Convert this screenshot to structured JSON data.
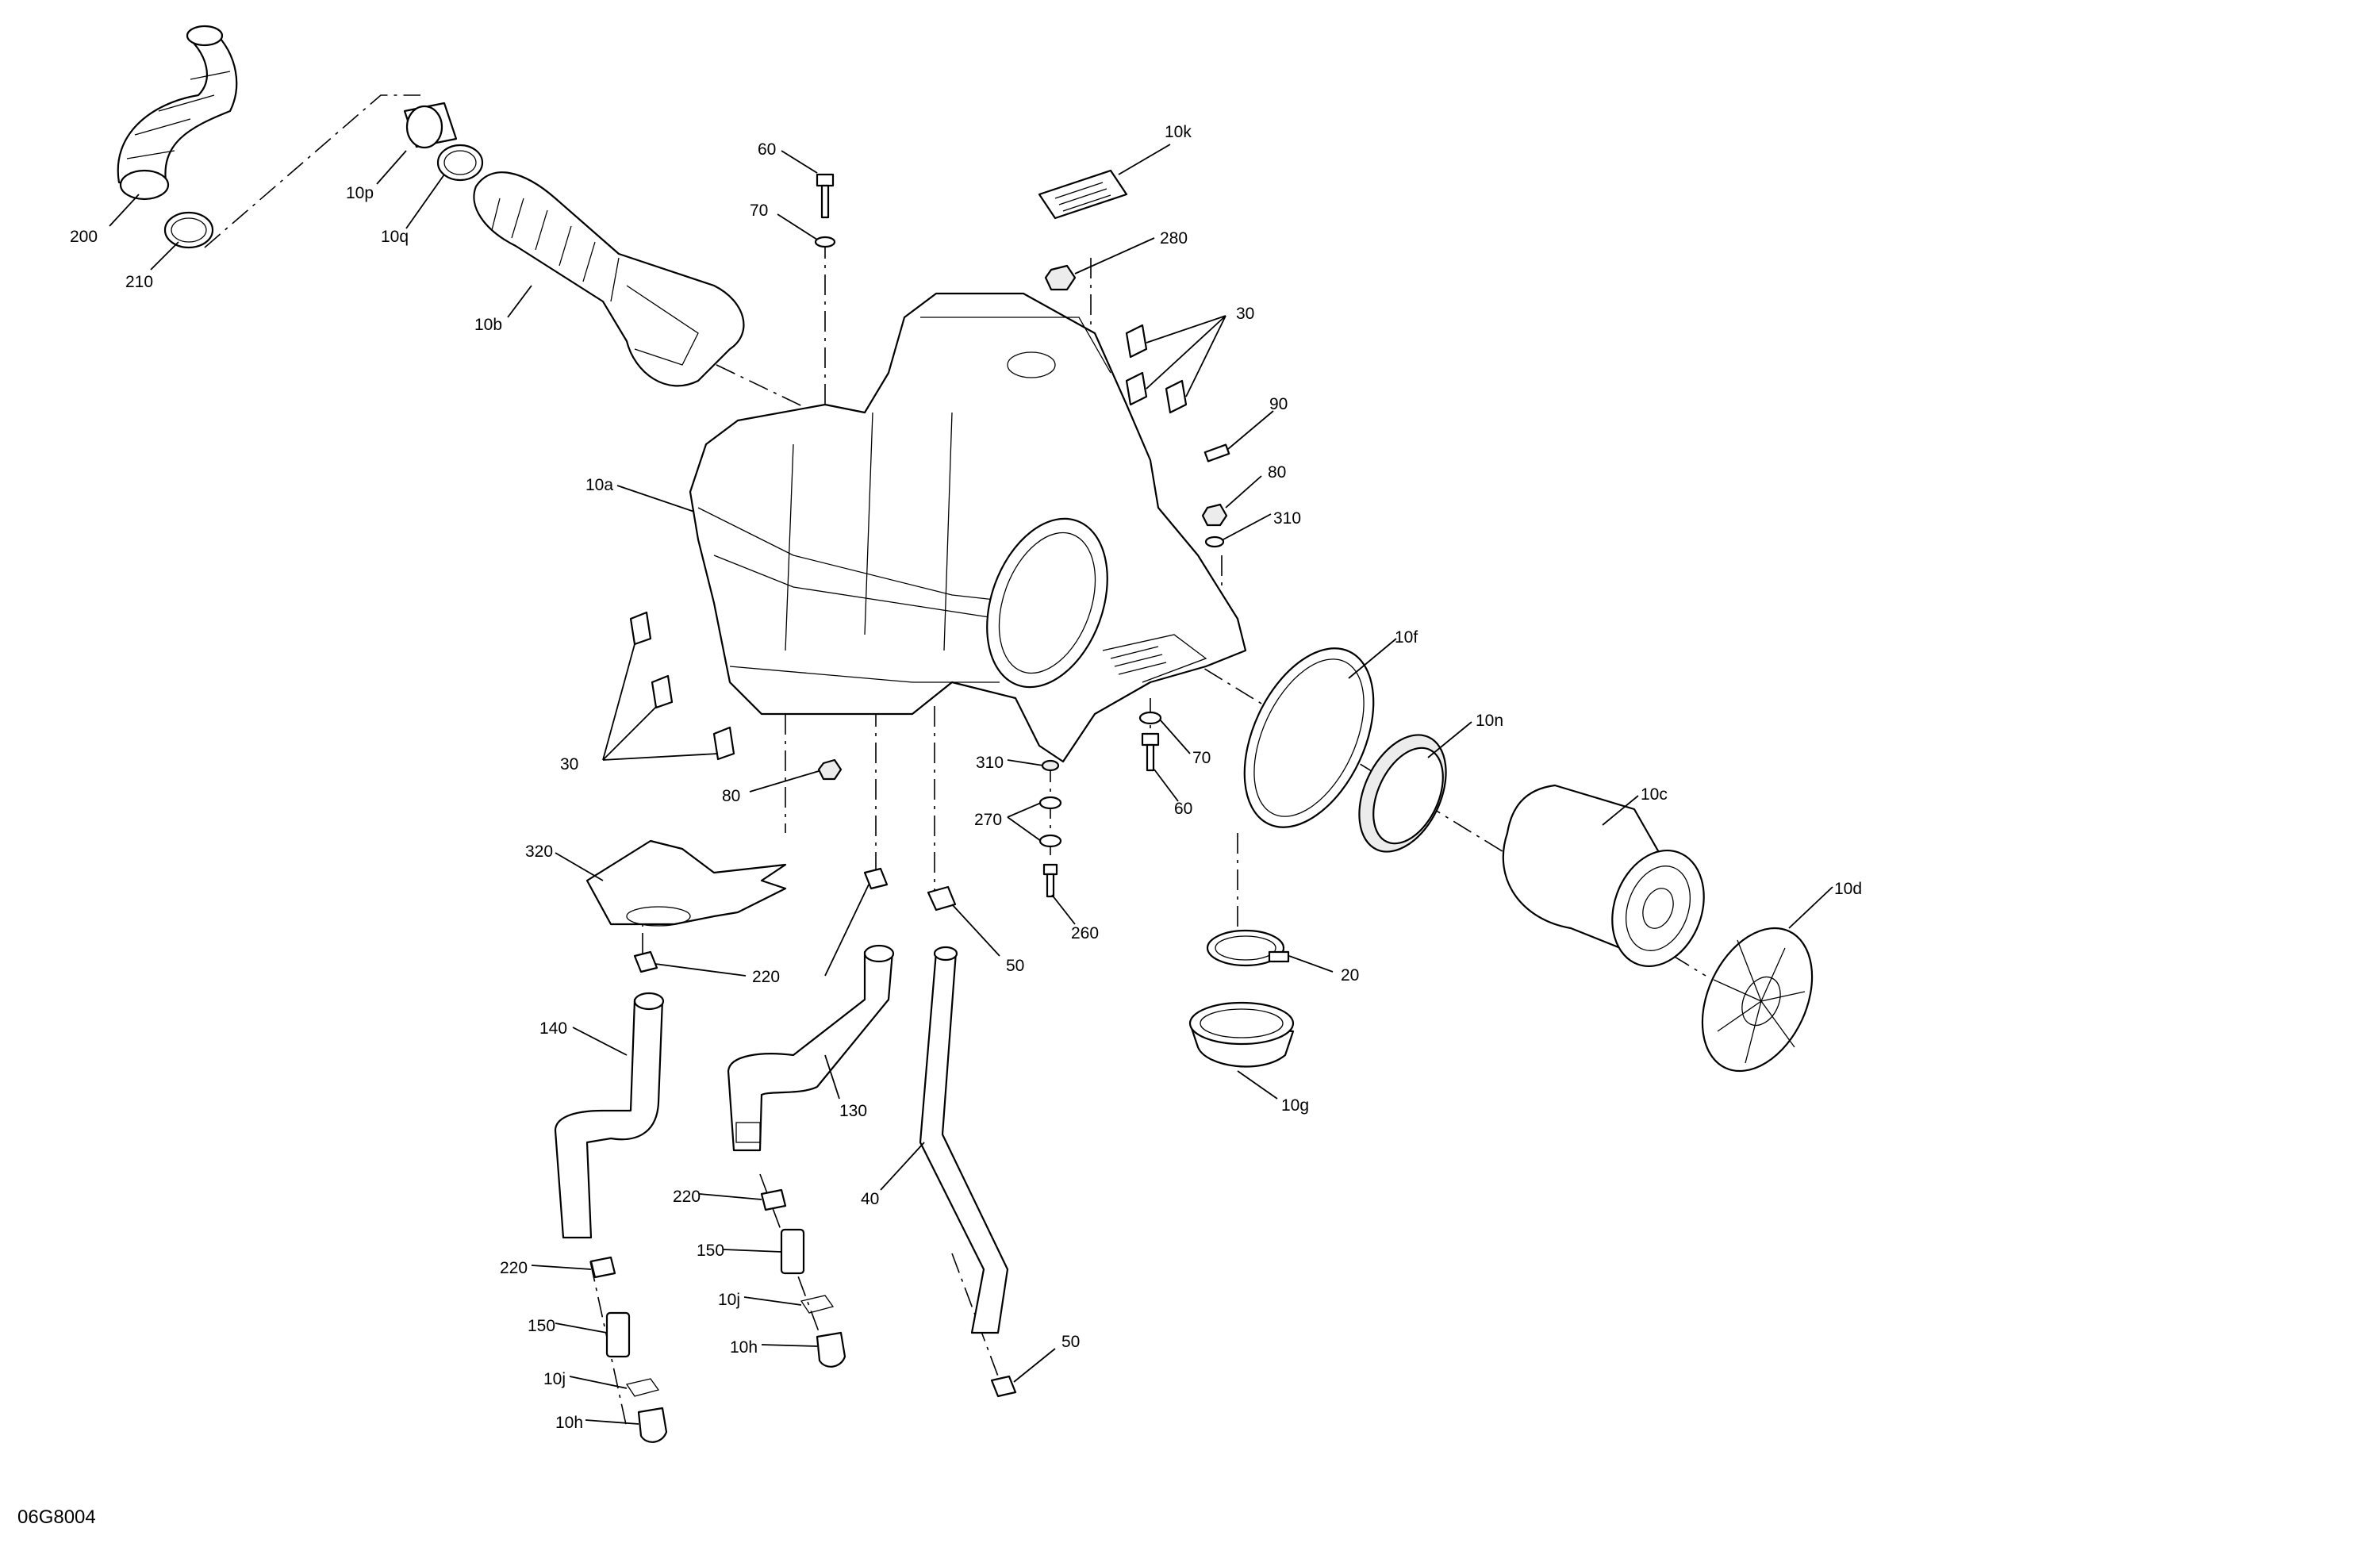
{
  "diagram_ref": "06G8004",
  "callouts": {
    "c200": "200",
    "c210": "210",
    "c10p": "10p",
    "c10q": "10q",
    "c10b": "10b",
    "c60a": "60",
    "c70a": "70",
    "c10k": "10k",
    "c280": "280",
    "c30a": "30",
    "c90": "90",
    "c80a": "80",
    "c310a": "310",
    "c10a": "10a",
    "c10f": "10f",
    "c10n": "10n",
    "c10c": "10c",
    "c10d": "10d",
    "c30b": "30",
    "c80b": "80",
    "c310b": "310",
    "c270": "270",
    "c70b": "70",
    "c60b": "60",
    "c260": "260",
    "c320": "320",
    "c220a": "220",
    "c50a": "50",
    "c20": "20",
    "c10g": "10g",
    "c140": "140",
    "c130": "130",
    "c40": "40",
    "c220b": "220",
    "c150a": "150",
    "c10ja": "10j",
    "c10ha": "10h",
    "c220c": "220",
    "c150b": "150",
    "c10jb": "10j",
    "c10hb": "10h",
    "c50b": "50"
  }
}
